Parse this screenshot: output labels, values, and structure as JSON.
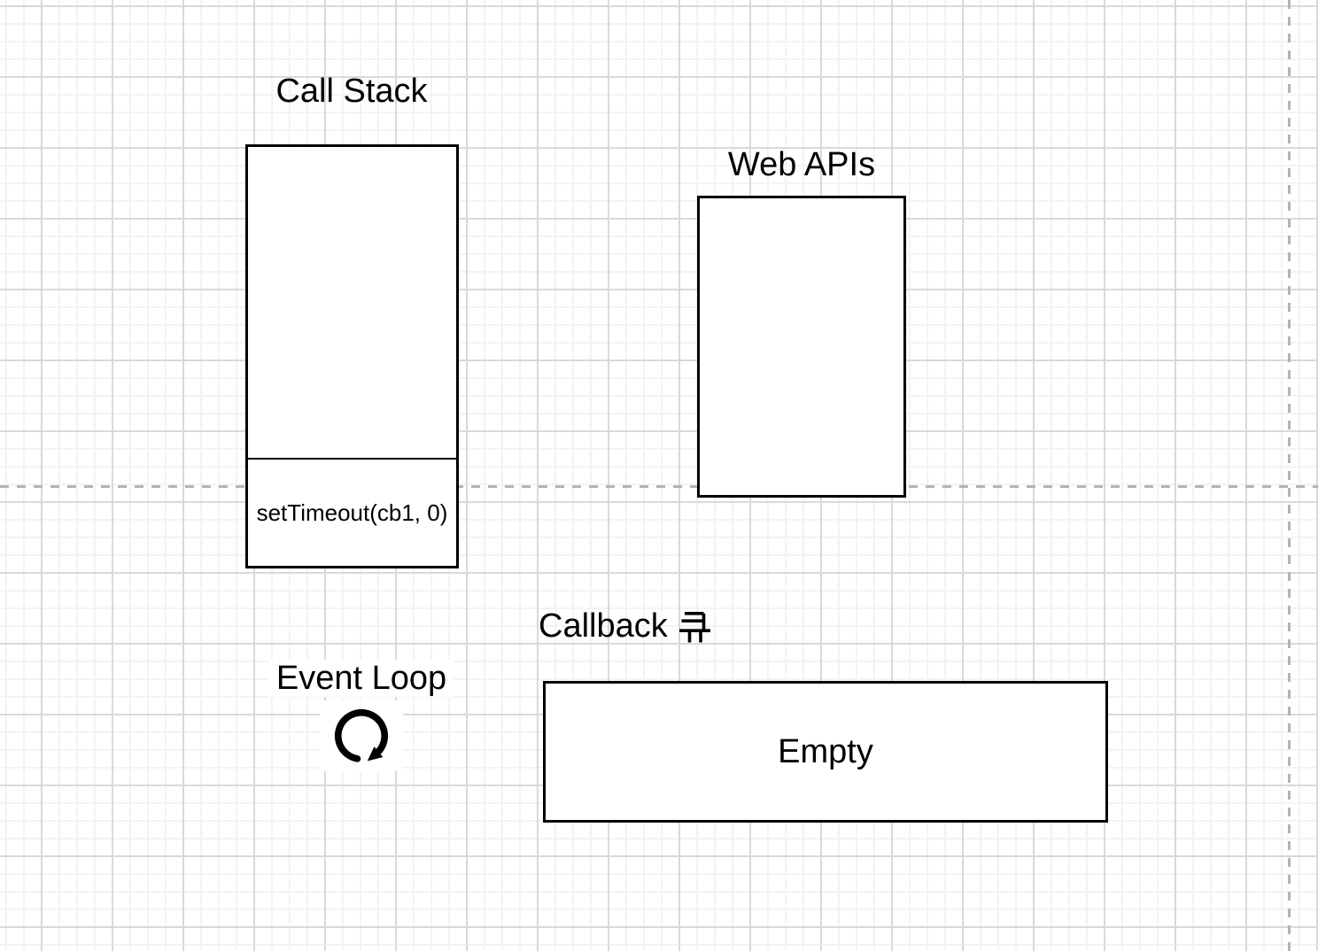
{
  "diagram": {
    "theme": {
      "background": "#ffffff",
      "grid_minor_color": "#f3f3f3",
      "grid_major_color": "#d9d9d9",
      "guide_line_color": "#b3b3b3",
      "shape_border_color": "#000000",
      "text_color": "#000000"
    },
    "call_stack": {
      "title": "Call Stack",
      "frames": [
        "setTimeout(cb1, 0)"
      ]
    },
    "web_apis": {
      "title": "Web APIs",
      "items": []
    },
    "callback_queue": {
      "title": "Callback 큐",
      "title_latin": "Callback",
      "title_hangul": "큐",
      "content": "Empty"
    },
    "event_loop": {
      "title": "Event Loop",
      "icon": "clockwise-loop-arrow-icon"
    }
  }
}
